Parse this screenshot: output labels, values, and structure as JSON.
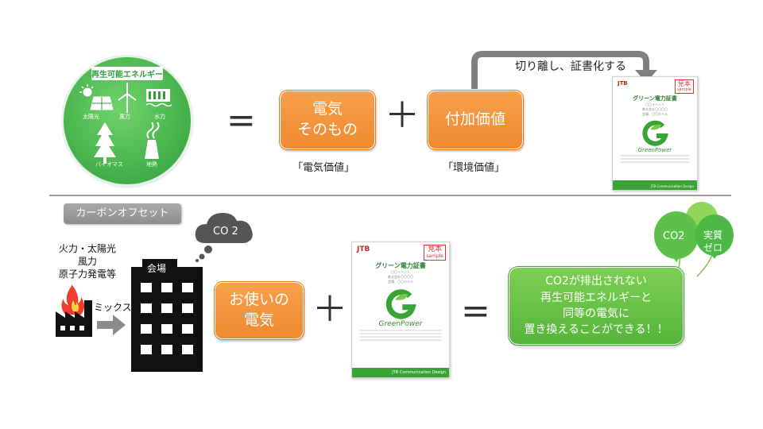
{
  "top": {
    "renewable_label": "再生可能エネルギー",
    "sources": [
      "太陽光",
      "風力",
      "水力",
      "バイオマス",
      "地熱"
    ],
    "equals": "=",
    "plus": "＋",
    "box_electricity": [
      "電気",
      "そのもの"
    ],
    "caption_electricity": "「電気価値」",
    "box_added_value": "付加価値",
    "caption_added_value": "「環境価値」",
    "arrow_label": "切り離し、証書化する"
  },
  "certificate": {
    "logo": "JTB",
    "title": "グリーン電力証書",
    "event_line": "〇〇イベント",
    "company_line": "株式会社〇〇〇〇",
    "hotel_line": "会場：〇〇ホテル",
    "brand": "GreenPower",
    "footer": "JTB Communication Design",
    "stamp": [
      "見本",
      "sample"
    ]
  },
  "bottom": {
    "section_label": "カーボンオフセット",
    "fuel_sources": [
      "火力・太陽光",
      "風力",
      "原子力発電等"
    ],
    "mix_label": "ミックス",
    "venue_label": "会場",
    "co2_cloud": "CO 2",
    "box_usage": [
      "お使いの",
      "電気"
    ],
    "plus": "＋",
    "equals": "=",
    "result_lines": [
      "CO2が排出されない",
      "再生可能エネルギーと",
      "同等の電気に",
      "置き換えることができる！！"
    ],
    "balloon_co2": "CO2",
    "balloon_zero": [
      "実質",
      "ゼロ"
    ]
  }
}
